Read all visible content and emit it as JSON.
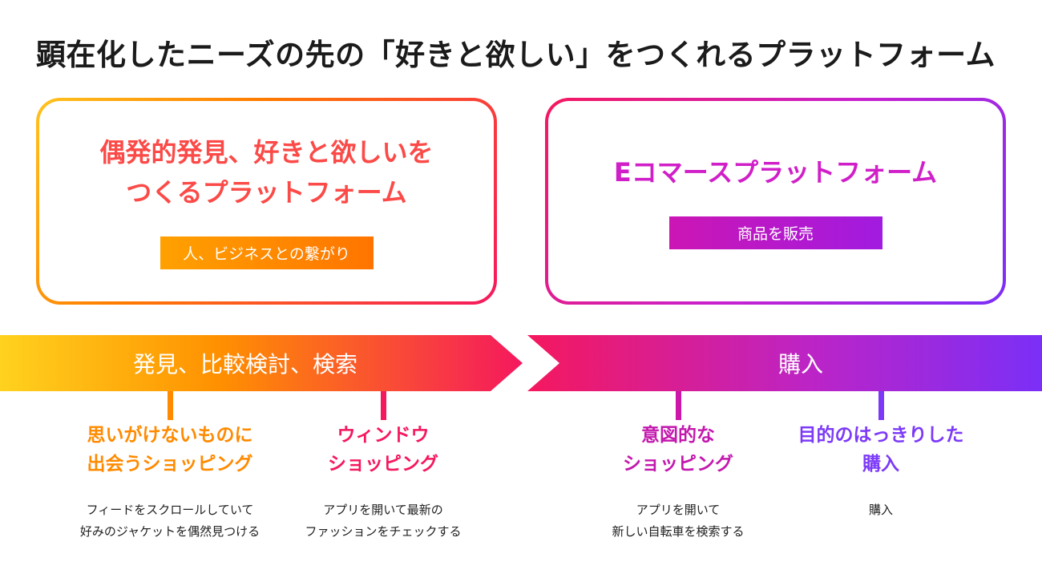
{
  "title": "顕在化したニーズの先の「好きと欲しい」をつくれるプラットフォーム",
  "left_box": {
    "title": "偶発的発見、好きと欲しいを\nつくるプラットフォーム",
    "badge": "人、ビジネスとの繋がり"
  },
  "right_box": {
    "title": "Eコマースプラットフォーム",
    "badge": "商品を販売"
  },
  "banners": {
    "left": "発見、比較検討、検索",
    "right": "購入"
  },
  "columns": [
    {
      "title": "思いがけないものに\n出会うショッピング",
      "description": "フィードをスクロールしていて\n好みのジャケットを偶然見つける",
      "color": "#FF8A00"
    },
    {
      "title": "ウィンドウ\nショッピング",
      "description": "アプリを開いて最新の\nファッションをチェックする",
      "color": "#F5185E"
    },
    {
      "title": "意図的な\nショッピング",
      "description": "アプリを開いて\n新しい自転車を検索する",
      "color": "#C318AE"
    },
    {
      "title": "目的のはっきりした\n購入",
      "description": "購入",
      "color": "#7C3AF8"
    }
  ],
  "colors": {
    "yellow": "#FFD21E",
    "orange": "#FF8A00",
    "pink": "#F5185E",
    "magenta": "#CC17A8",
    "purple": "#7B2FF7",
    "left_card_title_text": "#FB4A47",
    "right_card_title_text": "#D01FC8",
    "badge_text": "#FFFFFF",
    "title_text": "#1B1B1B"
  }
}
